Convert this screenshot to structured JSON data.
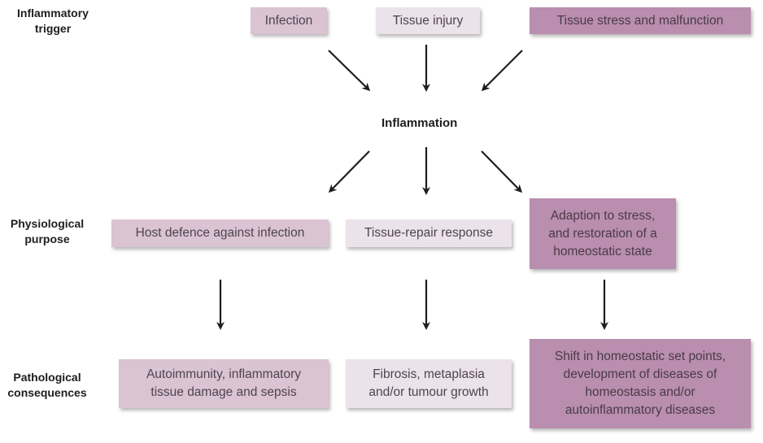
{
  "row_labels": {
    "trigger": [
      "Inflammatory",
      "trigger"
    ],
    "purpose": [
      "Physiological",
      "purpose"
    ],
    "consequences": [
      "Pathological",
      "consequences"
    ]
  },
  "center": {
    "label": "Inflammation"
  },
  "triggers": [
    {
      "text": "Infection",
      "shade": "medium"
    },
    {
      "text": "Tissue injury",
      "shade": "light"
    },
    {
      "text": "Tissue stress and malfunction",
      "shade": "dark"
    }
  ],
  "purposes": [
    {
      "text": "Host defence against infection",
      "shade": "medium"
    },
    {
      "text": "Tissue-repair response",
      "shade": "light"
    },
    {
      "lines": [
        "Adaption to stress,",
        "and restoration of a",
        "homeostatic state"
      ],
      "shade": "dark"
    }
  ],
  "consequences": [
    {
      "lines": [
        "Autoimmunity, inflammatory",
        "tissue damage and sepsis"
      ],
      "shade": "medium"
    },
    {
      "lines": [
        "Fibrosis, metaplasia",
        "and/or tumour growth"
      ],
      "shade": "light"
    },
    {
      "lines": [
        "Shift in homeostatic set points,",
        "development of diseases of",
        "homeostasis and/or",
        "autoinflammatory diseases"
      ],
      "shade": "dark"
    }
  ],
  "colors": {
    "light": "#ece2ea",
    "medium": "#dac3d3",
    "dark": "#b98eae",
    "arrow": "#1e1e1e"
  }
}
